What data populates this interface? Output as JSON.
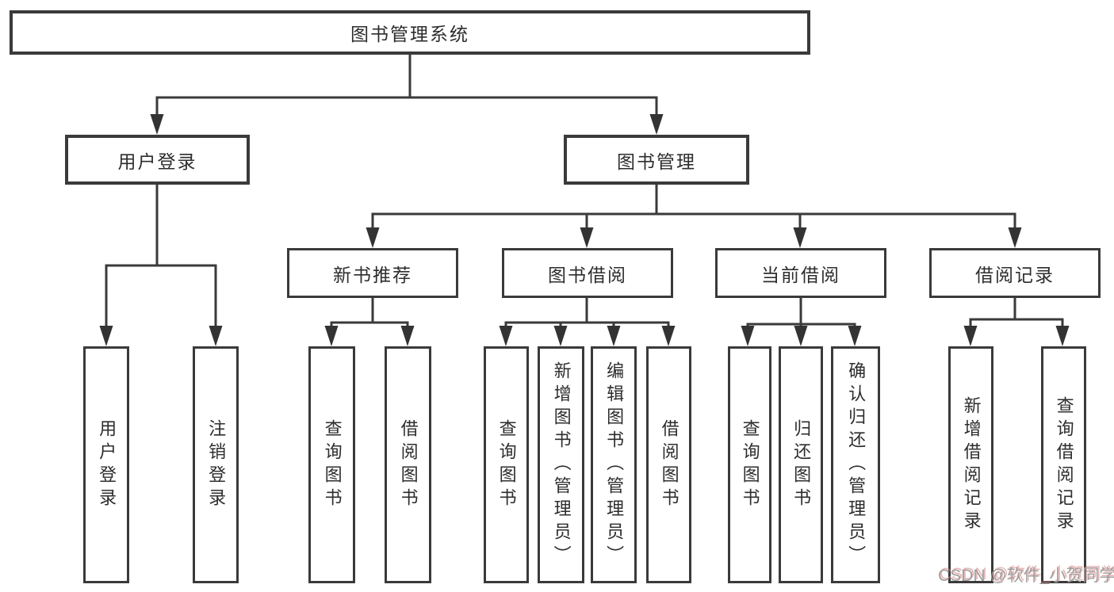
{
  "tree": {
    "root": {
      "label": "图书管理系统",
      "children": [
        {
          "label": "用户登录",
          "children": [
            {
              "label": "用户登录"
            },
            {
              "label": "注销登录"
            }
          ]
        },
        {
          "label": "图书管理",
          "children": [
            {
              "label": "新书推荐",
              "children": [
                {
                  "label": "查询图书"
                },
                {
                  "label": "借阅图书"
                }
              ]
            },
            {
              "label": "图书借阅",
              "children": [
                {
                  "label": "查询图书"
                },
                {
                  "label": "新增图书（管理员）"
                },
                {
                  "label": "编辑图书（管理员）"
                },
                {
                  "label": "借阅图书"
                }
              ]
            },
            {
              "label": "当前借阅",
              "children": [
                {
                  "label": "查询图书"
                },
                {
                  "label": "归还图书"
                },
                {
                  "label": "确认归还（管理员）"
                }
              ]
            },
            {
              "label": "借阅记录",
              "children": [
                {
                  "label": "新增借阅记录"
                },
                {
                  "label": "查询借阅记录"
                }
              ]
            }
          ]
        }
      ]
    }
  },
  "watermark": {
    "text": "CSDN @软件_小贺同学"
  },
  "colors": {
    "background": "#ffffff",
    "line": "#3a3a3a",
    "box_border": "#3a3a3a",
    "text": "#2d2d2d",
    "watermark_text": "#9e9e9e",
    "watermark_shadow": "#de7676"
  }
}
